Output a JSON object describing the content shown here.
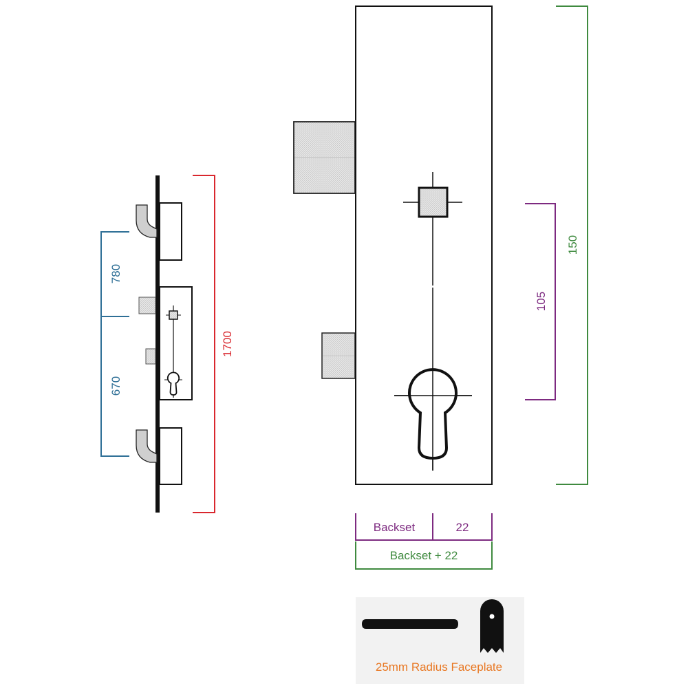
{
  "colors": {
    "blue": "#2e6f96",
    "red": "#d9272e",
    "purple": "#7d2a80",
    "green": "#3f8a3f",
    "orange": "#e87722",
    "line": "#111111",
    "shade": "#d6d6d6",
    "panel_bg": "#f2f2f2"
  },
  "overview": {
    "dim_upper": "780",
    "dim_lower": "670",
    "dim_total": "1700"
  },
  "detail": {
    "dim_spindle_to_cylinder": "105",
    "dim_case_height": "150",
    "backset_label": "Backset",
    "faceplate_label": "22",
    "backset_total_label": "Backset + 22"
  },
  "faceplate_profile": {
    "caption": "25mm Radius Faceplate"
  }
}
